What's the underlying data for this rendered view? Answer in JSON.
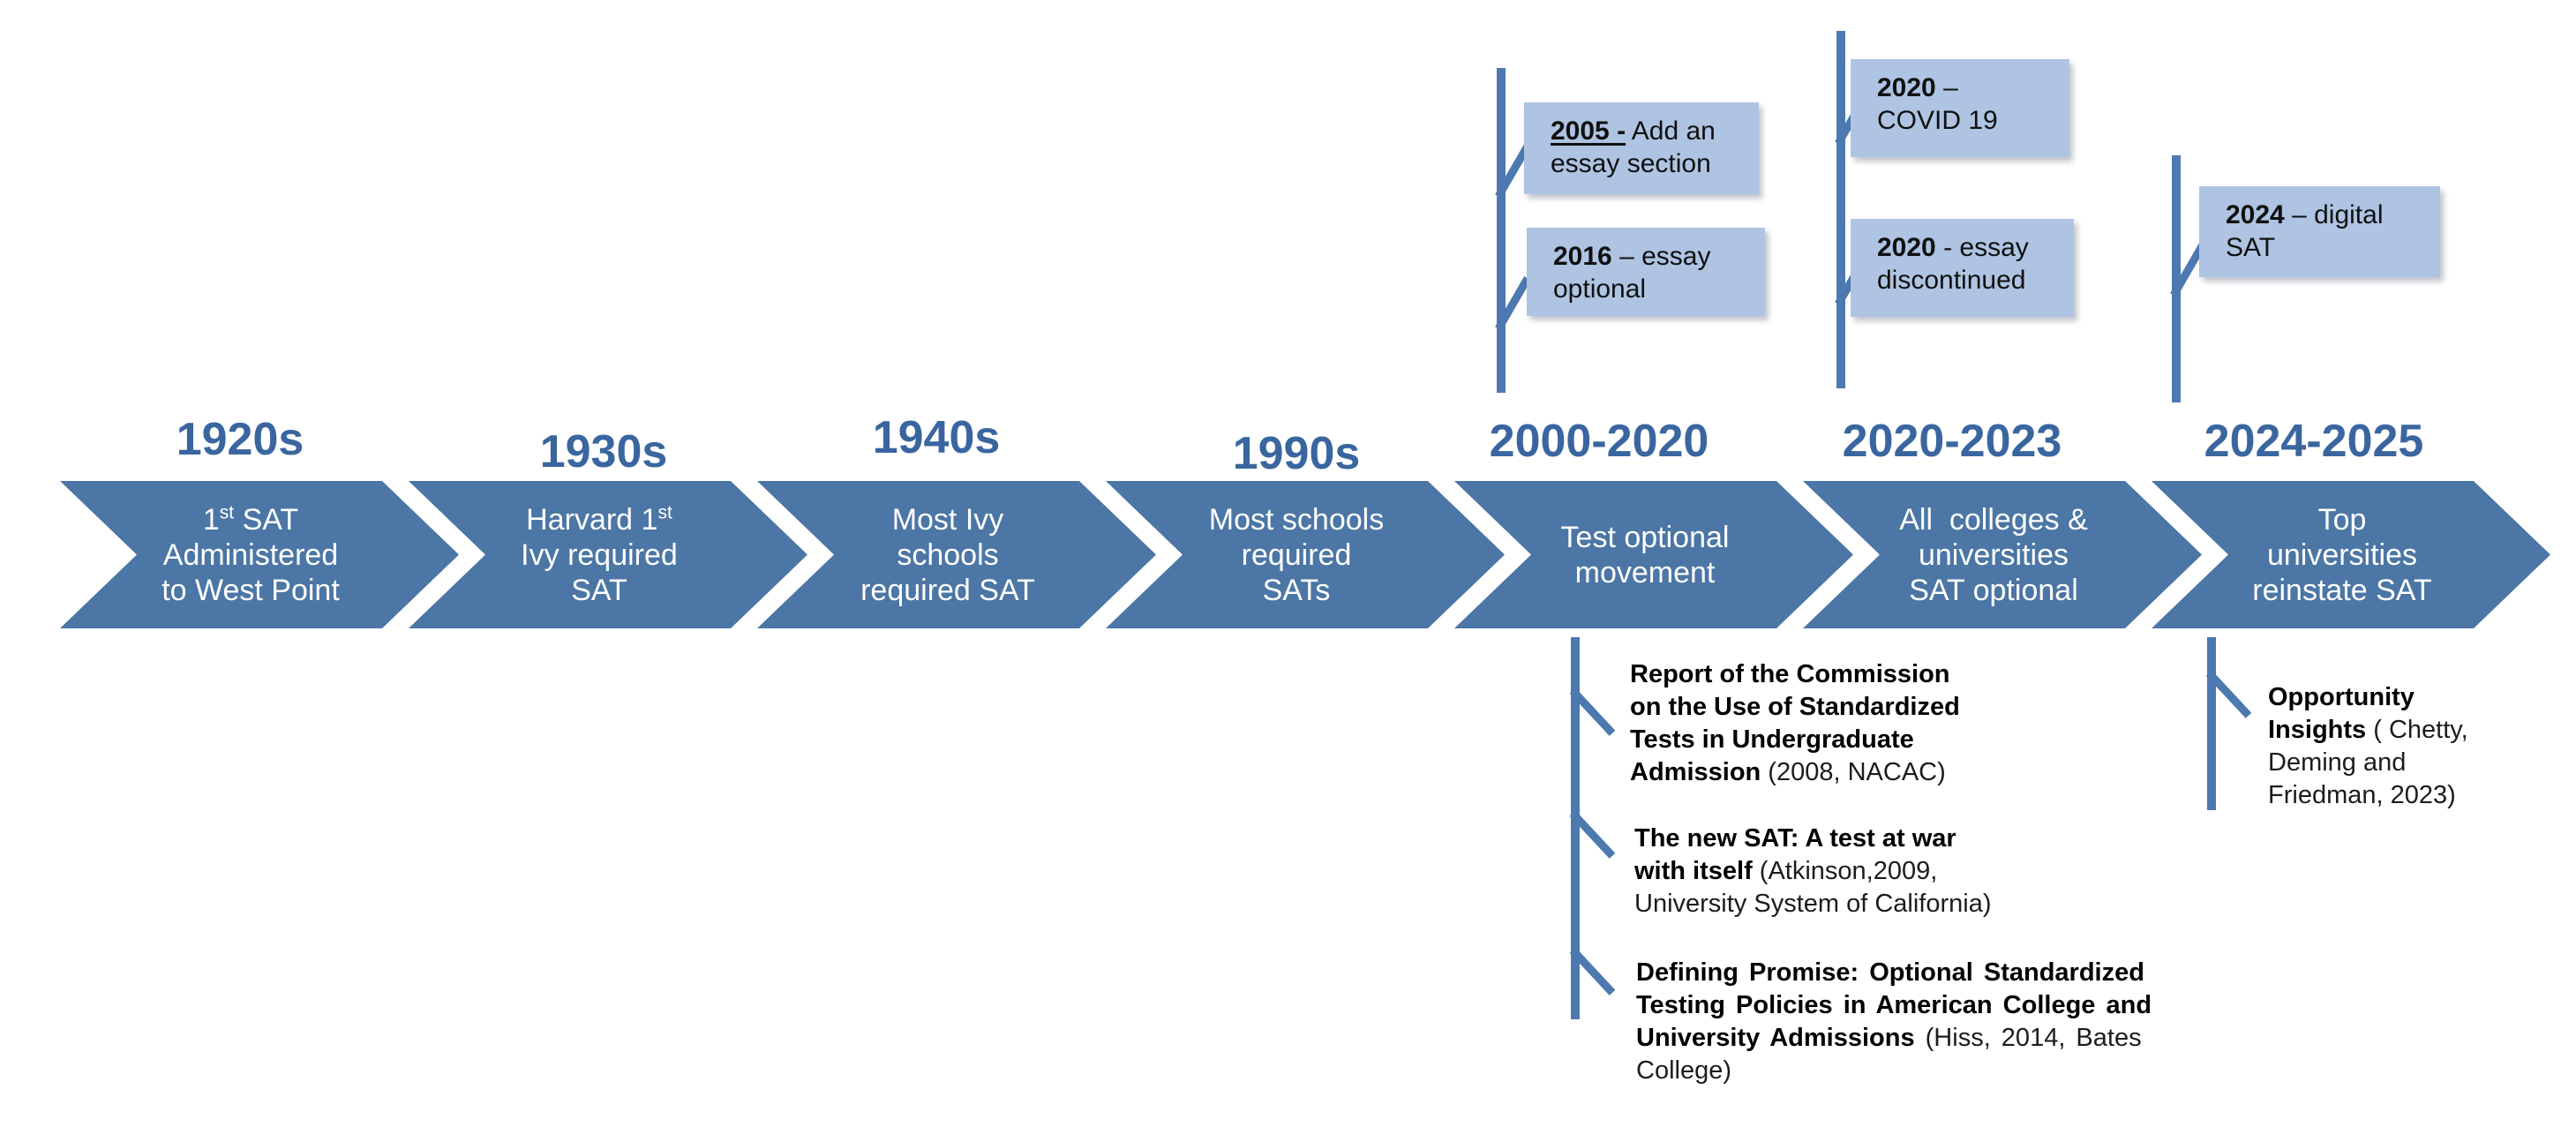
{
  "stages": [
    {
      "era": "1920s",
      "line1_pre": "1",
      "line1_sup": "st",
      "line1_post": " SAT",
      "line2": "Administered",
      "line3": "to West Point"
    },
    {
      "era": "1930s",
      "line1_pre": "Harvard 1",
      "line1_sup": "st",
      "line1_post": "",
      "line2": "Ivy required",
      "line3": "SAT"
    },
    {
      "era": "1940s",
      "line1": "Most Ivy",
      "line2": "schools",
      "line3": "required SAT"
    },
    {
      "era": "1990s",
      "line1": "Most schools",
      "line2": "required",
      "line3": "SATs"
    },
    {
      "era": "2000-2020",
      "line1": "Test optional",
      "line2": "movement",
      "line3": ""
    },
    {
      "era": "2020-2023",
      "line1": "All  colleges &",
      "line2": "universities",
      "line3": "SAT optional"
    },
    {
      "era": "2024-2025",
      "line1": "Top",
      "line2": "universities",
      "line3": "reinstate SAT"
    }
  ],
  "callouts": [
    {
      "year": "2005 -",
      "rest": " Add an",
      "line2": "essay section"
    },
    {
      "year": "2016",
      "rest": " – essay",
      "line2": "optional"
    },
    {
      "year": "2020",
      "rest": " –",
      "line2": "COVID 19"
    },
    {
      "year": "2020",
      "rest": " - essay",
      "line2": "discontinued"
    },
    {
      "year": "2024",
      "rest": " – digital",
      "line2": "SAT"
    }
  ],
  "notes": [
    {
      "lines": [
        {
          "b": "Report of the Commission",
          "r": ""
        },
        {
          "b": "on the Use of Standardized",
          "r": ""
        },
        {
          "b": "Tests in Undergraduate",
          "r": ""
        },
        {
          "b": "Admission",
          "r": " (2008, NACAC)"
        }
      ]
    },
    {
      "lines": [
        {
          "b": "The new SAT: A test at war",
          "r": ""
        },
        {
          "b": "with itself",
          "r": " (Atkinson,2009,"
        },
        {
          "b": "",
          "r": "University System of California)"
        }
      ]
    },
    {
      "lines": [
        {
          "b": "Defining Promise: Optional Standardized",
          "r": ""
        },
        {
          "b": "Testing Policies in American College and",
          "r": ""
        },
        {
          "b": "University Admissions",
          "r": " (Hiss, 2014, Bates"
        },
        {
          "b": "",
          "r": "College)"
        }
      ]
    },
    {
      "lines": [
        {
          "b": "Opportunity",
          "r": ""
        },
        {
          "b": "Insights",
          "r": " ( Chetty,"
        },
        {
          "b": "",
          "r": "Deming and"
        },
        {
          "b": "",
          "r": "Friedman, 2023)"
        }
      ]
    }
  ],
  "colors": {
    "chevron": "#4B76A5",
    "era_label": "#3A66A0",
    "connector": "#4C79B0",
    "callout_bg": "#AEC4E2"
  }
}
